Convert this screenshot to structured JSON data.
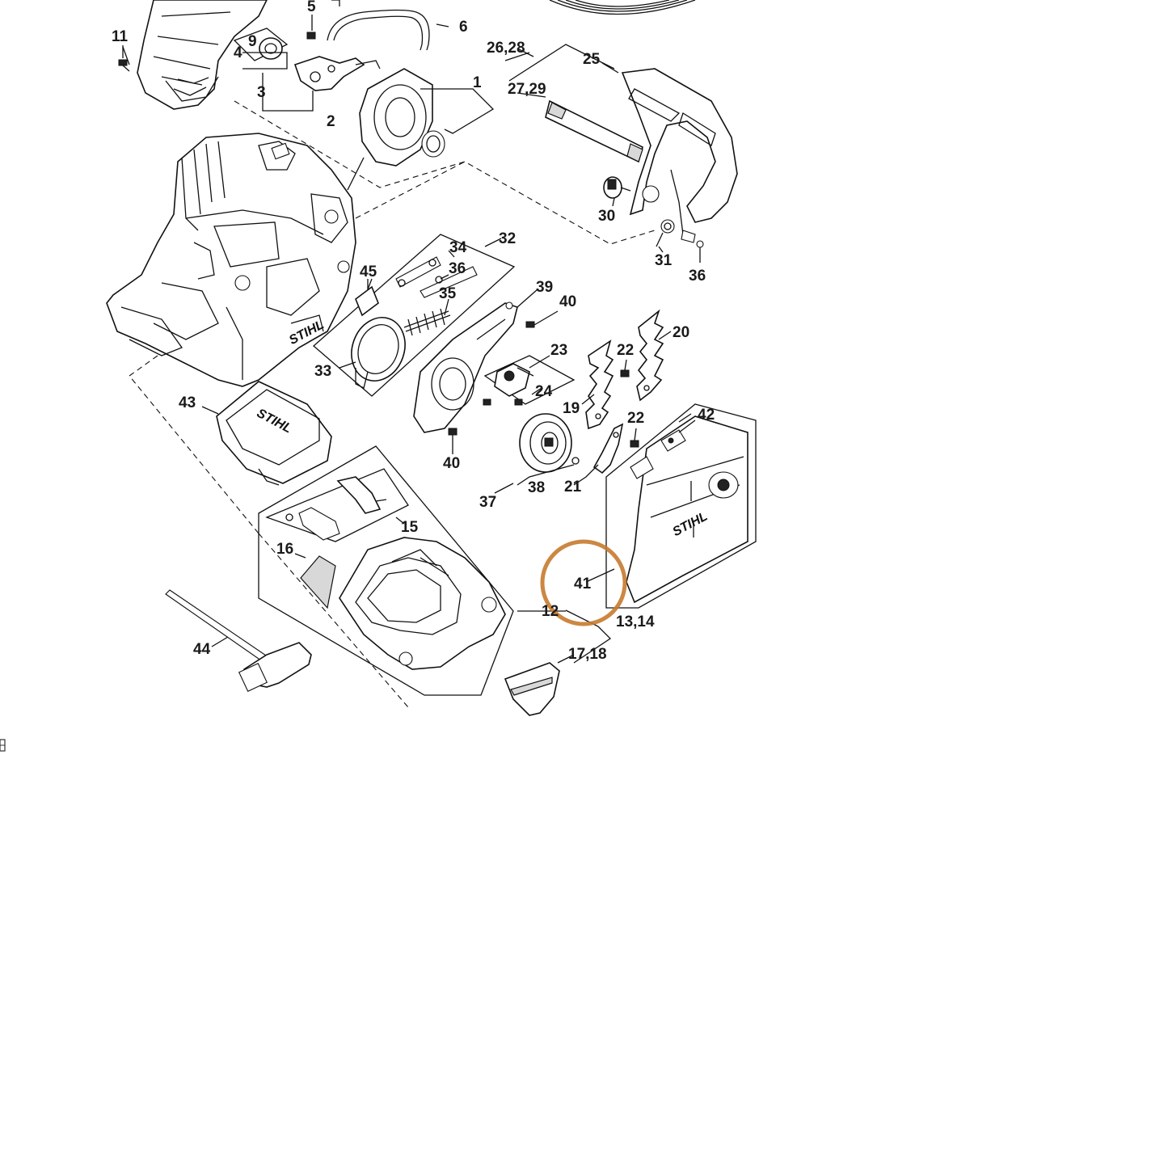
{
  "diagram": {
    "highlight": {
      "color": "#c77a2e",
      "target_label": "41"
    },
    "logo_text": "STIHL",
    "callouts": [
      {
        "id": "c11",
        "text": "11"
      },
      {
        "id": "c5",
        "text": "5"
      },
      {
        "id": "c6",
        "text": "6"
      },
      {
        "id": "c9",
        "text": "9"
      },
      {
        "id": "c4",
        "text": "4"
      },
      {
        "id": "c3",
        "text": "3"
      },
      {
        "id": "c2",
        "text": "2"
      },
      {
        "id": "c1",
        "text": "1"
      },
      {
        "id": "c2628",
        "text": "26,28"
      },
      {
        "id": "c25",
        "text": "25"
      },
      {
        "id": "c2729",
        "text": "27,29"
      },
      {
        "id": "c30",
        "text": "30"
      },
      {
        "id": "c31",
        "text": "31"
      },
      {
        "id": "c36a",
        "text": "36"
      },
      {
        "id": "c32",
        "text": "32"
      },
      {
        "id": "c34",
        "text": "34"
      },
      {
        "id": "c36b",
        "text": "36"
      },
      {
        "id": "c45",
        "text": "45"
      },
      {
        "id": "c35",
        "text": "35"
      },
      {
        "id": "c39",
        "text": "39"
      },
      {
        "id": "c40a",
        "text": "40"
      },
      {
        "id": "c33",
        "text": "33"
      },
      {
        "id": "c23",
        "text": "23"
      },
      {
        "id": "c22a",
        "text": "22"
      },
      {
        "id": "c20",
        "text": "20"
      },
      {
        "id": "c24",
        "text": "24"
      },
      {
        "id": "c19",
        "text": "19"
      },
      {
        "id": "c43",
        "text": "43"
      },
      {
        "id": "c22b",
        "text": "22"
      },
      {
        "id": "c42",
        "text": "42"
      },
      {
        "id": "c40b",
        "text": "40"
      },
      {
        "id": "c38",
        "text": "38"
      },
      {
        "id": "c21",
        "text": "21"
      },
      {
        "id": "c37",
        "text": "37"
      },
      {
        "id": "c15",
        "text": "15"
      },
      {
        "id": "c16",
        "text": "16"
      },
      {
        "id": "c41",
        "text": "41"
      },
      {
        "id": "c12",
        "text": "12"
      },
      {
        "id": "c1314",
        "text": "13,14"
      },
      {
        "id": "c44",
        "text": "44"
      },
      {
        "id": "c1718",
        "text": "17,18"
      }
    ]
  }
}
